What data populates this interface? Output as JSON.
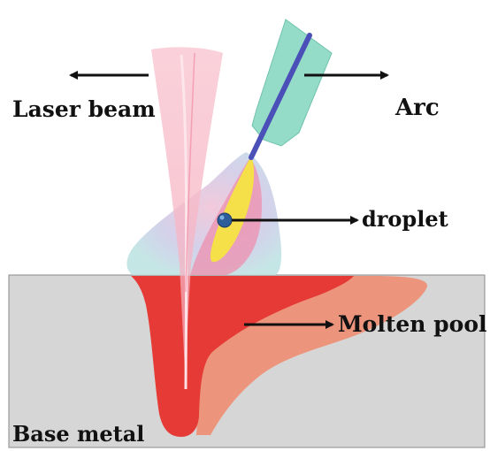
{
  "labels": {
    "laser_beam": "Laser beam",
    "arc": "Arc",
    "droplet": "droplet",
    "molten_pool": "Molten pool",
    "base_metal": "Base metal"
  },
  "colors": {
    "base_metal": "#d6d6d6",
    "molten_pool": "#e53a35",
    "mushy_zone": "#f08a6c",
    "laser_beam": "#f7b8c6",
    "arc_plasma": "#bfe3e3",
    "arc_core": "#f5e04a",
    "torch_body": "#94dcc8",
    "electrode_wire": "#4b4fb8",
    "droplet": "#2d5e9a",
    "arrow": "#111111"
  }
}
